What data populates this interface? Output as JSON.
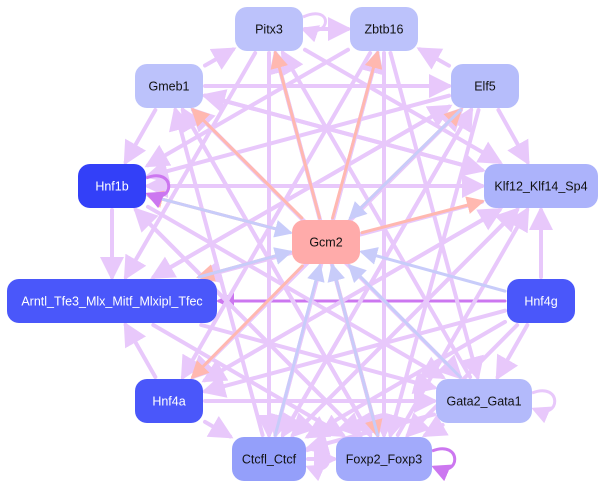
{
  "diagram": {
    "type": "directed-network",
    "edge_colors": {
      "default": "#e8c8fb",
      "self_loop_strong": "#cc77f0",
      "to_center_red": "#ffb8b0",
      "to_center_blue": "#c8ccfa"
    },
    "nodes": [
      {
        "id": "pitx3",
        "label": "Pitx3",
        "fill": "#bcc2fb",
        "text_color": "#111111"
      },
      {
        "id": "zbtb16",
        "label": "Zbtb16",
        "fill": "#bcc2fb",
        "text_color": "#111111"
      },
      {
        "id": "gmeb1",
        "label": "Gmeb1",
        "fill": "#bcc2fb",
        "text_color": "#111111"
      },
      {
        "id": "elf5",
        "label": "Elf5",
        "fill": "#b6bdfb",
        "text_color": "#111111"
      },
      {
        "id": "hnf1b",
        "label": "Hnf1b",
        "fill": "#3340f8",
        "text_color": "#ffffff"
      },
      {
        "id": "klf",
        "label": "Klf12_Klf14_Sp4",
        "fill": "#acb3fb",
        "text_color": "#111111"
      },
      {
        "id": "gcm2",
        "label": "Gcm2",
        "fill": "#ffabaa",
        "text_color": "#111111"
      },
      {
        "id": "arntl",
        "label": "Arntl_Tfe3_Mlx_Mitf_Mlxipl_Tfec",
        "fill": "#4a57fa",
        "text_color": "#ffffff"
      },
      {
        "id": "hnf4g",
        "label": "Hnf4g",
        "fill": "#4a57fa",
        "text_color": "#ffffff"
      },
      {
        "id": "hnf4a",
        "label": "Hnf4a",
        "fill": "#4a57fa",
        "text_color": "#ffffff"
      },
      {
        "id": "gata",
        "label": "Gata2_Gata1",
        "fill": "#b3bafb",
        "text_color": "#111111"
      },
      {
        "id": "ctcf",
        "label": "Ctcfl_Ctcf",
        "fill": "#949ffa",
        "text_color": "#111111"
      },
      {
        "id": "foxp",
        "label": "Foxp2_Foxp3",
        "fill": "#a2aafb",
        "text_color": "#111111"
      }
    ],
    "edges": [
      {
        "from": "pitx3",
        "to": "zbtb16",
        "color": "default"
      },
      {
        "from": "gmeb1",
        "to": "pitx3",
        "color": "default"
      },
      {
        "from": "elf5",
        "to": "zbtb16",
        "color": "default"
      },
      {
        "from": "gmeb1",
        "to": "hnf1b",
        "color": "default"
      },
      {
        "from": "elf5",
        "to": "klf",
        "color": "default"
      },
      {
        "from": "hnf1b",
        "to": "arntl",
        "color": "default"
      },
      {
        "from": "hnf4a",
        "to": "arntl",
        "color": "default"
      },
      {
        "from": "hnf4g",
        "to": "klf",
        "color": "default"
      },
      {
        "from": "hnf4g",
        "to": "gata",
        "color": "default"
      },
      {
        "from": "hnf4a",
        "to": "ctcf",
        "color": "default"
      },
      {
        "from": "gata",
        "to": "foxp",
        "color": "default"
      },
      {
        "from": "ctcf",
        "to": "foxp",
        "color": "default"
      },
      {
        "from": "hnf4g",
        "to": "arntl",
        "color": "self_loop_strong"
      },
      {
        "from": "gmeb1",
        "to": "elf5",
        "color": "default"
      },
      {
        "from": "gmeb1",
        "to": "klf",
        "color": "default"
      },
      {
        "from": "gmeb1",
        "to": "gata",
        "color": "default"
      },
      {
        "from": "gmeb1",
        "to": "foxp",
        "color": "default"
      },
      {
        "from": "pitx3",
        "to": "ctcf",
        "color": "default"
      },
      {
        "from": "pitx3",
        "to": "foxp",
        "color": "default"
      },
      {
        "from": "pitx3",
        "to": "arntl",
        "color": "default"
      },
      {
        "from": "pitx3",
        "to": "klf",
        "color": "default"
      },
      {
        "from": "zbtb16",
        "to": "ctcf",
        "color": "default"
      },
      {
        "from": "zbtb16",
        "to": "foxp",
        "color": "default"
      },
      {
        "from": "zbtb16",
        "to": "hnf4a",
        "color": "default"
      },
      {
        "from": "zbtb16",
        "to": "gata",
        "color": "default"
      },
      {
        "from": "zbtb16",
        "to": "hnf1b",
        "color": "default"
      },
      {
        "from": "elf5",
        "to": "arntl",
        "color": "default"
      },
      {
        "from": "elf5",
        "to": "hnf4a",
        "color": "default"
      },
      {
        "from": "elf5",
        "to": "ctcf",
        "color": "default"
      },
      {
        "from": "elf5",
        "to": "foxp",
        "color": "default"
      },
      {
        "from": "elf5",
        "to": "hnf1b",
        "color": "default"
      },
      {
        "from": "klf",
        "to": "hnf1b",
        "color": "default"
      },
      {
        "from": "klf",
        "to": "arntl",
        "color": "default"
      },
      {
        "from": "klf",
        "to": "hnf4a",
        "color": "default"
      },
      {
        "from": "klf",
        "to": "ctcf",
        "color": "default"
      },
      {
        "from": "klf",
        "to": "gmeb1",
        "color": "default"
      },
      {
        "from": "hnf1b",
        "to": "gata",
        "color": "default"
      },
      {
        "from": "hnf1b",
        "to": "foxp",
        "color": "default"
      },
      {
        "from": "hnf1b",
        "to": "klf",
        "color": "default"
      },
      {
        "from": "arntl",
        "to": "gata",
        "color": "default"
      },
      {
        "from": "arntl",
        "to": "foxp",
        "color": "default"
      },
      {
        "from": "arntl",
        "to": "elf5",
        "color": "default"
      },
      {
        "from": "hnf4a",
        "to": "gata",
        "color": "default"
      },
      {
        "from": "hnf4a",
        "to": "klf",
        "color": "default"
      },
      {
        "from": "hnf4a",
        "to": "elf5",
        "color": "default"
      },
      {
        "from": "gata",
        "to": "gmeb1",
        "color": "default"
      },
      {
        "from": "gata",
        "to": "pitx3",
        "color": "default"
      },
      {
        "from": "gata",
        "to": "ctcf",
        "color": "default"
      },
      {
        "from": "foxp",
        "to": "gmeb1",
        "color": "default"
      },
      {
        "from": "foxp",
        "to": "hnf1b",
        "color": "default"
      },
      {
        "from": "ctcf",
        "to": "gmeb1",
        "color": "default"
      },
      {
        "from": "ctcf",
        "to": "zbtb16",
        "color": "default"
      },
      {
        "from": "ctcf",
        "to": "elf5",
        "color": "default"
      },
      {
        "from": "ctcf",
        "to": "klf",
        "color": "default"
      },
      {
        "from": "foxp",
        "to": "pitx3",
        "color": "default"
      },
      {
        "from": "foxp",
        "to": "klf",
        "color": "default"
      },
      {
        "from": "hnf4g",
        "to": "hnf4a",
        "color": "default"
      },
      {
        "from": "hnf4g",
        "to": "ctcf",
        "color": "default"
      },
      {
        "from": "hnf4g",
        "to": "foxp",
        "color": "default"
      },
      {
        "from": "gcm2",
        "to": "pitx3",
        "color": "to_center_red"
      },
      {
        "from": "gcm2",
        "to": "zbtb16",
        "color": "to_center_red"
      },
      {
        "from": "gcm2",
        "to": "gmeb1",
        "color": "to_center_red"
      },
      {
        "from": "gcm2",
        "to": "hnf1b",
        "color": "to_center_red"
      },
      {
        "from": "gcm2",
        "to": "klf",
        "color": "to_center_red"
      },
      {
        "from": "gcm2",
        "to": "arntl",
        "color": "to_center_red"
      },
      {
        "from": "gcm2",
        "to": "hnf4a",
        "color": "to_center_red"
      },
      {
        "from": "gcm2",
        "to": "foxp",
        "color": "to_center_red"
      },
      {
        "from": "gcm2",
        "to": "elf5",
        "color": "to_center_red"
      },
      {
        "from": "elf5",
        "to": "gcm2",
        "color": "to_center_blue"
      },
      {
        "from": "hnf4g",
        "to": "gcm2",
        "color": "to_center_blue"
      },
      {
        "from": "gata",
        "to": "gcm2",
        "color": "to_center_blue"
      },
      {
        "from": "foxp",
        "to": "gcm2",
        "color": "to_center_blue"
      },
      {
        "from": "ctcf",
        "to": "gcm2",
        "color": "to_center_blue"
      },
      {
        "from": "hnf1b",
        "to": "gcm2",
        "color": "to_center_blue"
      },
      {
        "from": "arntl",
        "to": "gcm2",
        "color": "to_center_blue"
      }
    ],
    "self_loops": [
      {
        "node": "hnf1b",
        "color": "self_loop_strong"
      },
      {
        "node": "pitx3",
        "color": "default"
      },
      {
        "node": "gata",
        "color": "default"
      },
      {
        "node": "foxp",
        "color": "self_loop_strong"
      },
      {
        "node": "ctcf",
        "color": "default"
      }
    ]
  }
}
